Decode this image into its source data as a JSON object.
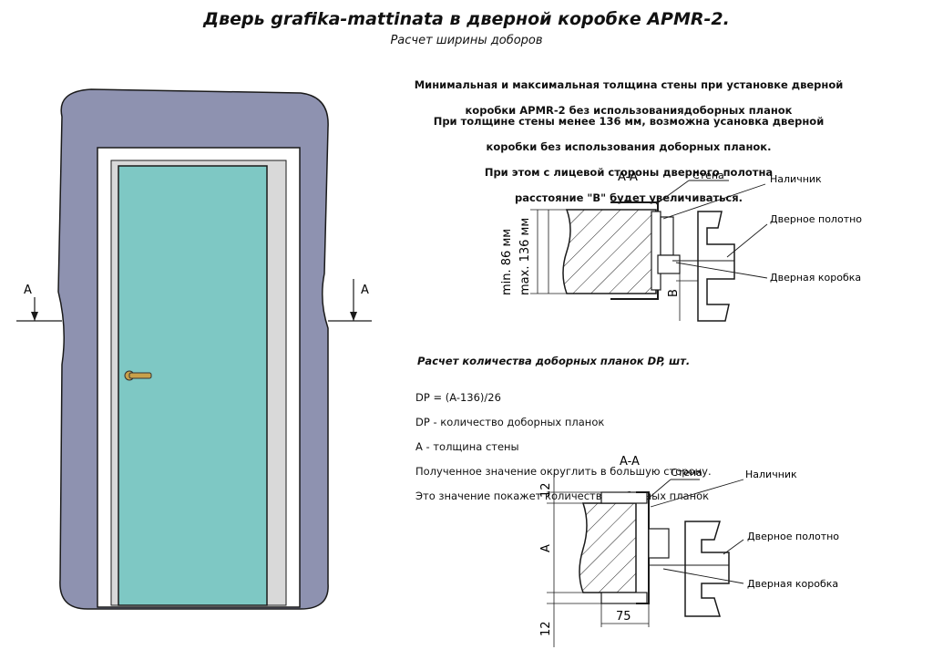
{
  "title": "Дверь grafika-mattinata в дверной коробке APMR-2.",
  "subtitle": "Расчет ширины доборов",
  "para1": [
    "Минимальная и максимальная толщина стены при установке дверной",
    "коробки APMR-2 без использованиядоборных планок"
  ],
  "para2": [
    "При толщине стены менее 136 мм, возможна усановка дверной",
    "коробки без использования доборных планок.",
    "При этом с лицевой стороны дверного полотна",
    "расстояние \"B\" будет увеличиваться."
  ],
  "calc": {
    "title": "Расчет количества доборных планок DP, шт.",
    "lines": [
      "DP = (A-136)/26",
      "DP - количество доборных планок",
      "A - толщина стены",
      "Полученное значение округлить в большую сторону.",
      "Это значение покажет количество доборных планок"
    ]
  },
  "front_view": {
    "section_left": "A",
    "section_right": "A"
  },
  "section1": {
    "title": "A-A",
    "labels": {
      "wall": "Стена",
      "trim": "Наличник",
      "leaf": "Дверное полотно",
      "frame": "Дверная коробка"
    },
    "dim_min": "min. 86 мм",
    "dim_max": "max. 136 мм",
    "dim_b": "B"
  },
  "section2": {
    "title": "A-A",
    "labels": {
      "wall": "Стена",
      "trim": "Наличник",
      "leaf": "Дверное полотно",
      "frame": "Дверная коробка"
    },
    "dim_top": "12",
    "dim_a": "A",
    "dim_bottom": "12",
    "dim_75": "75"
  },
  "colors": {
    "wall": "#8e92b0",
    "door": "#7ec8c4",
    "frame": "#ffffff",
    "line": "#1a1a1a",
    "handle": "#c8a04a"
  }
}
